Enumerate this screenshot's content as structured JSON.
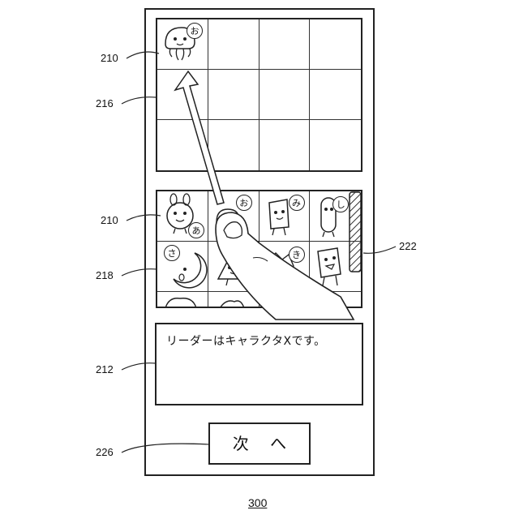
{
  "party_grid": {
    "cells": [
      {
        "badge": "お"
      },
      {
        "badge": ""
      },
      {
        "badge": ""
      },
      {
        "badge": ""
      },
      {
        "badge": ""
      },
      {
        "badge": ""
      },
      {
        "badge": ""
      },
      {
        "badge": ""
      },
      {
        "badge": ""
      },
      {
        "badge": ""
      },
      {
        "badge": ""
      },
      {
        "badge": ""
      }
    ]
  },
  "roster_grid": {
    "cells": [
      {
        "badge": "あ",
        "icon": "rabbit-character-icon"
      },
      {
        "badge": "お",
        "icon": "jellyfish-character-icon"
      },
      {
        "badge": "み",
        "icon": "box-character-icon"
      },
      {
        "badge": "し",
        "icon": "capsule-character-icon"
      },
      {
        "badge": "さ",
        "icon": "crescent-moon-character-icon"
      },
      {
        "badge": "",
        "icon": "triangle-character-icon"
      },
      {
        "badge": "き",
        "icon": "star-character-icon"
      },
      {
        "badge": "",
        "icon": "cube-character-icon"
      }
    ]
  },
  "message": {
    "text": "リーダーはキャラクタXです。"
  },
  "next_button": {
    "label": "次 へ"
  },
  "reference_labels": {
    "r210a": "210",
    "r216": "216",
    "r210b": "210",
    "r218": "218",
    "r222": "222",
    "r212": "212",
    "r226": "226"
  },
  "figure_number": "300"
}
